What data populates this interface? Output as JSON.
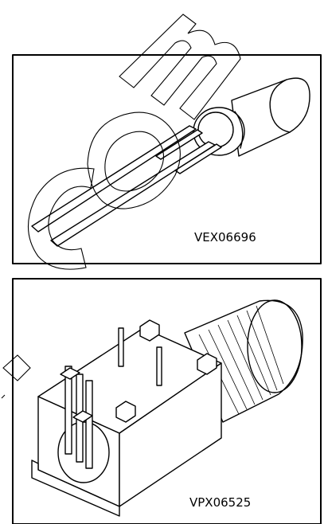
{
  "panels": [
    {
      "label": "VEX06696"
    },
    {
      "label": "VPX06525"
    }
  ],
  "watermark": {
    "kind": "outlined-letters"
  }
}
